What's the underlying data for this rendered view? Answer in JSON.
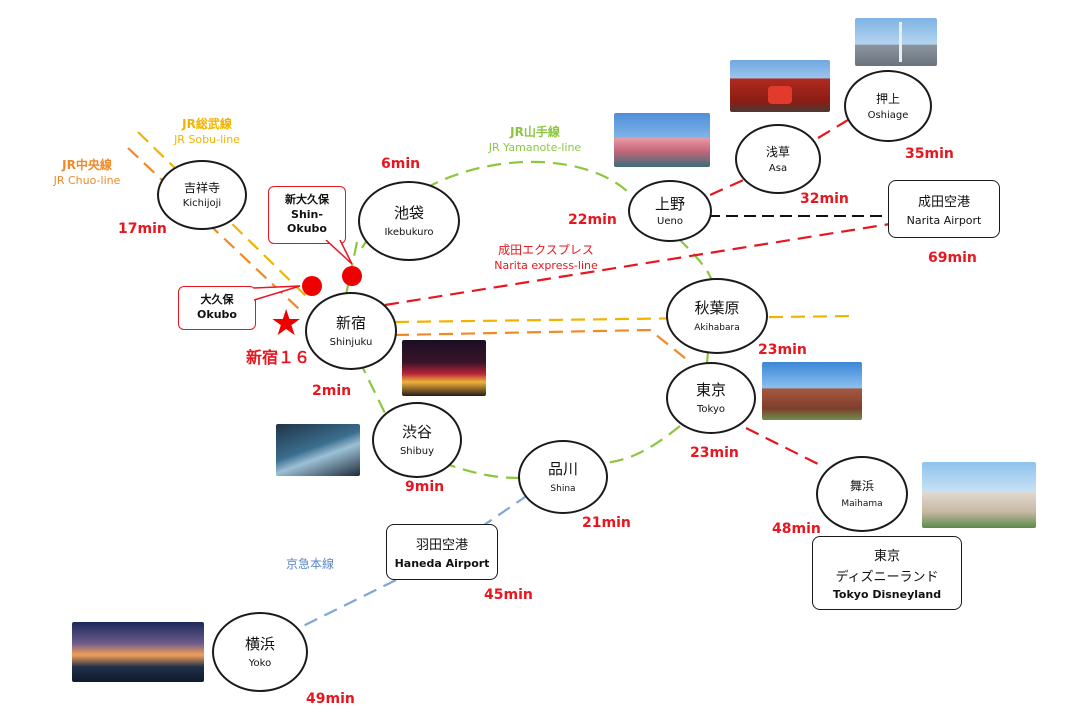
{
  "lines": {
    "sobu": {
      "jp": "JR総武線",
      "en": "JR Sobu-line",
      "color": "#f0b400"
    },
    "chuo": {
      "jp": "JR中央線",
      "en": "JR Chuo-line",
      "color": "#f08a28"
    },
    "yamanote": {
      "jp": "JR山手線",
      "en": "JR Yamanote-line",
      "color": "#8cc63f"
    },
    "narita_express": {
      "jp": "成田エクスプレス",
      "en": "Narita express-line",
      "color": "#e8161f"
    },
    "keikyu": {
      "jp": "京急本線",
      "color": "#7fa7d9"
    }
  },
  "stations": {
    "kichijoji": {
      "jp": "吉祥寺",
      "en": "Kichijoji"
    },
    "ikebukuro": {
      "jp": "池袋",
      "en": "Ikebukuro"
    },
    "shinjuku": {
      "jp": "新宿",
      "en": "Shinjuku"
    },
    "shibuya": {
      "jp": "渋谷",
      "en": "Shibuy"
    },
    "shinagawa": {
      "jp": "品川",
      "en": "Shina"
    },
    "tokyo": {
      "jp": "東京",
      "en": "Tokyo"
    },
    "akihabara": {
      "jp": "秋葉原",
      "en": "Akihabara"
    },
    "ueno": {
      "jp": "上野",
      "en": "Ueno"
    },
    "asakusa": {
      "jp": "浅草",
      "en": "Asa"
    },
    "oshiage": {
      "jp": "押上",
      "en": "Oshiage"
    },
    "maihama": {
      "jp": "舞浜",
      "en": "Maihama"
    },
    "yokohama": {
      "jp": "横浜",
      "en": "Yoko"
    }
  },
  "boxes": {
    "narita": {
      "jp": "成田空港",
      "en": "Narita Airport"
    },
    "haneda": {
      "jp": "羽田空港",
      "en": "Haneda Airport"
    },
    "disney": {
      "jp1": "東京",
      "jp2": "ディズニーランド",
      "en": "Tokyo Disneyland"
    }
  },
  "callouts": {
    "shin_okubo": {
      "jp": "新大久保",
      "en1": "Shin-",
      "en2": "Okubo"
    },
    "okubo": {
      "jp": "大久保",
      "en": "Okubo"
    }
  },
  "hotel_label": "新宿１６",
  "times": {
    "kichijoji": "17min",
    "ikebukuro": "6min",
    "shinjuku_shibuya": "2min",
    "shibuya": "9min",
    "shinagawa": "21min",
    "tokyo": "23min",
    "akihabara": "23min",
    "ueno": "22min",
    "asakusa": "32min",
    "oshiage": "35min",
    "narita": "69min",
    "maihama": "48min",
    "haneda": "45min",
    "yokohama": "49min"
  }
}
